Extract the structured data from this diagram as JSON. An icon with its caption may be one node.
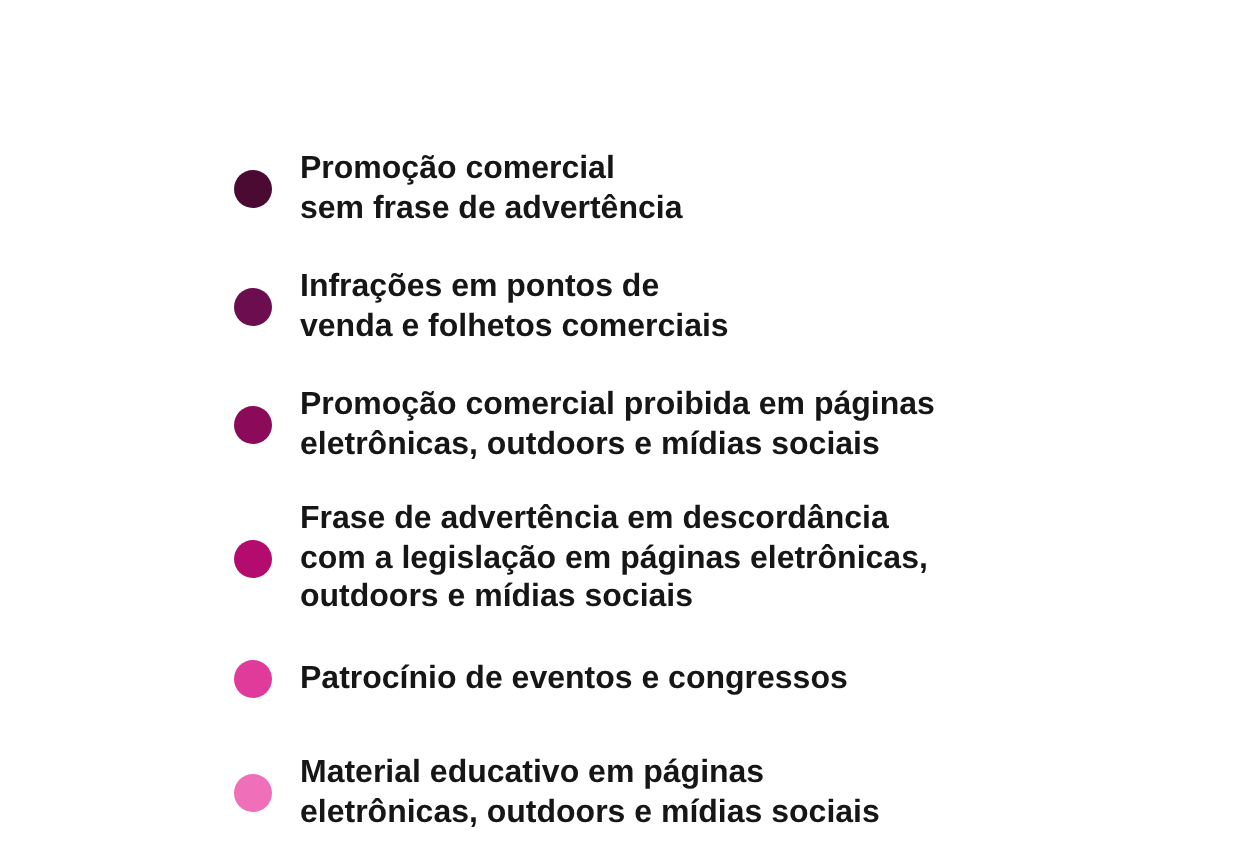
{
  "diagram": {
    "legend": [
      {
        "text": "Promoção comercial sem frase de advertência",
        "color": "#4a0a32"
      },
      {
        "text": "Infrações em pontos de venda e folhetos comerciais",
        "color": "#6b0d4e"
      },
      {
        "text": "Promoção comercial proibida em páginas eletrônicas, outdoors e mídias sociais",
        "color": "#8b0a5a"
      },
      {
        "text": "Frase de advertência em descordância com a legislação em páginas eletrônicas, outdoors e mídias sociais",
        "color": "#b30b6e"
      },
      {
        "text": "Patrocínio de eventos e congressos",
        "color": "#e03a9a"
      },
      {
        "text": "Material educativo em páginas eletrônicas, outdoors e mídias sociais",
        "color": "#ef6fb8"
      }
    ]
  }
}
